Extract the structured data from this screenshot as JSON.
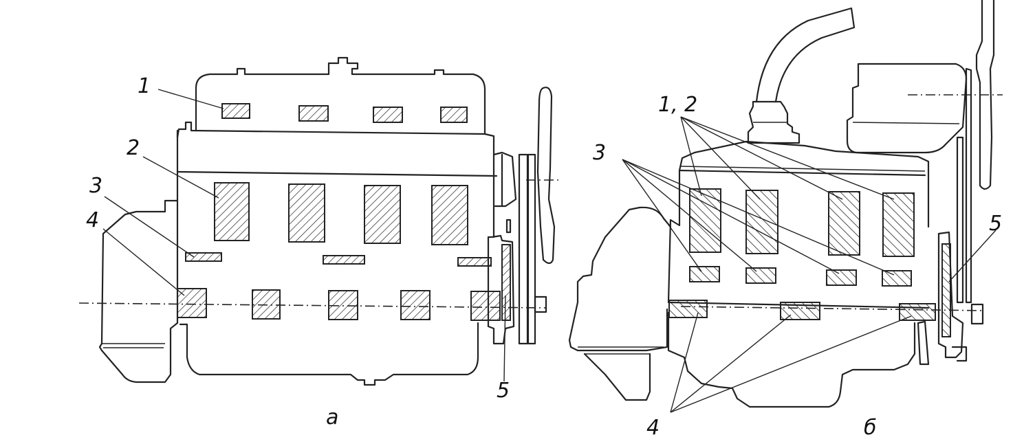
{
  "views": {
    "a": {
      "caption": "a"
    },
    "b": {
      "caption": "б"
    }
  },
  "labels": {
    "a": [
      "1",
      "2",
      "3",
      "4",
      "5"
    ],
    "b": [
      "1, 2",
      "3",
      "4",
      "5"
    ]
  }
}
